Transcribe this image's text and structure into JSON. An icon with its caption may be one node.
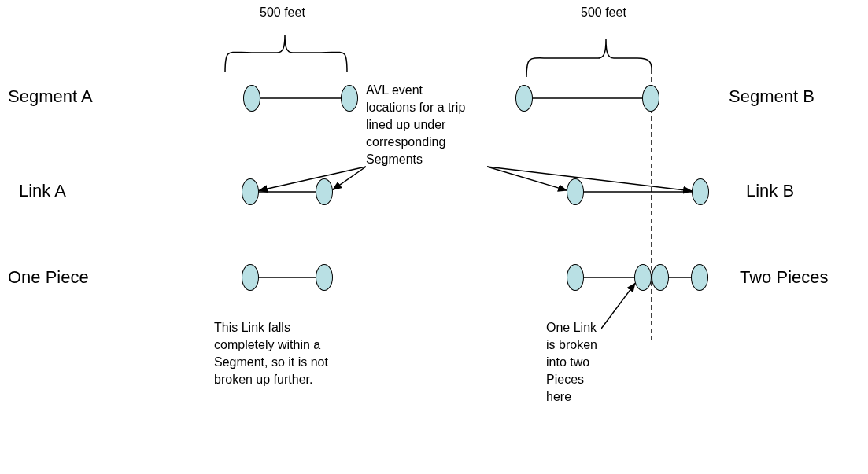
{
  "diagram": {
    "nodes": [
      {
        "text": [],
        "shape": "circle"
      },
      {
        "text": [],
        "shape": "circle"
      },
      {
        "text": [],
        "shape": "circle"
      },
      {
        "text": [],
        "shape": "circle"
      },
      {
        "text": [
          "AVL event locations for a trip lined up under corresponding Segments"
        ]
      },
      {
        "text": [],
        "shape": "circle"
      },
      {
        "text": [],
        "shape": "circle"
      },
      {
        "text": [],
        "shape": "circle"
      },
      {
        "text": [],
        "shape": "circle"
      },
      {
        "text": [],
        "shape": "circle"
      },
      {
        "text": [],
        "shape": "circle"
      },
      {
        "text": [],
        "shape": "circle"
      },
      {
        "text": [],
        "shape": "circle"
      },
      {
        "text": [],
        "shape": "circle"
      },
      {
        "text": [],
        "shape": "circle"
      },
      {
        "text": [
          "One Link is broken into two Pieces here"
        ]
      }
    ],
    "edges": [
      {
        "from": 0,
        "to": 1,
        "arrow": "none"
      },
      {
        "from": 2,
        "to": 3,
        "arrow": "none"
      },
      {
        "from": 4,
        "to": 5,
        "arrow": "to"
      },
      {
        "from": 4,
        "to": 6,
        "arrow": "to"
      },
      {
        "from": 4,
        "to": 7,
        "arrow": "to"
      },
      {
        "from": 4,
        "to": 8,
        "arrow": "to"
      },
      {
        "from": 5,
        "to": 6,
        "arrow": "none"
      },
      {
        "from": 7,
        "to": 8,
        "arrow": "none"
      },
      {
        "from": 9,
        "to": 10,
        "arrow": "none"
      },
      {
        "from": 11,
        "to": 12,
        "arrow": "none"
      },
      {
        "from": 13,
        "to": 14,
        "arrow": "none"
      },
      {
        "from": 15,
        "to": 12,
        "arrow": "to"
      }
    ],
    "labels": [
      "500 feet",
      "500 feet",
      "Segment A",
      "Segment B",
      "Link A",
      "Link B",
      "One Piece",
      "Two Pieces",
      "This Link falls completely within a Segment, so it is not broken up further."
    ]
  }
}
